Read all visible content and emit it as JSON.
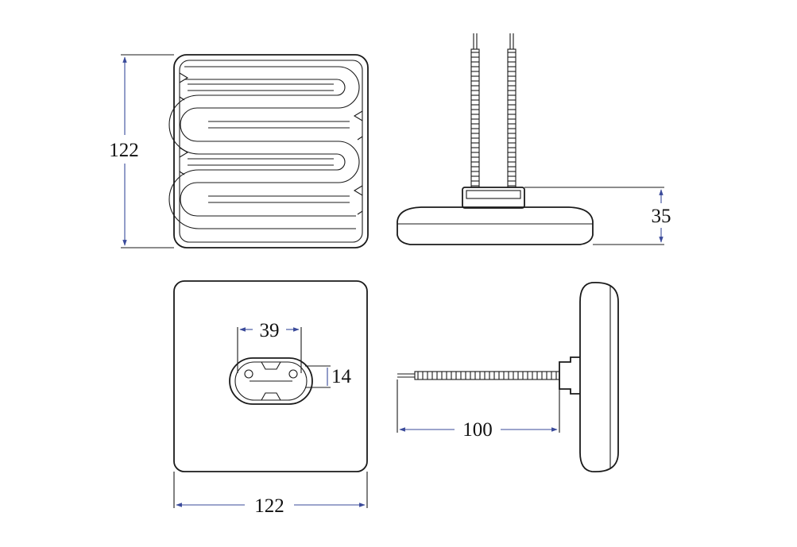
{
  "dimensions": {
    "top_height": "122",
    "side_height": "35",
    "opening_width": "39",
    "opening_height": "14",
    "cable_length": "100",
    "bottom_width": "122"
  },
  "colors": {
    "outline": "#1a1a1a",
    "dimension_line": "#3a4a9a",
    "background": "#ffffff"
  }
}
